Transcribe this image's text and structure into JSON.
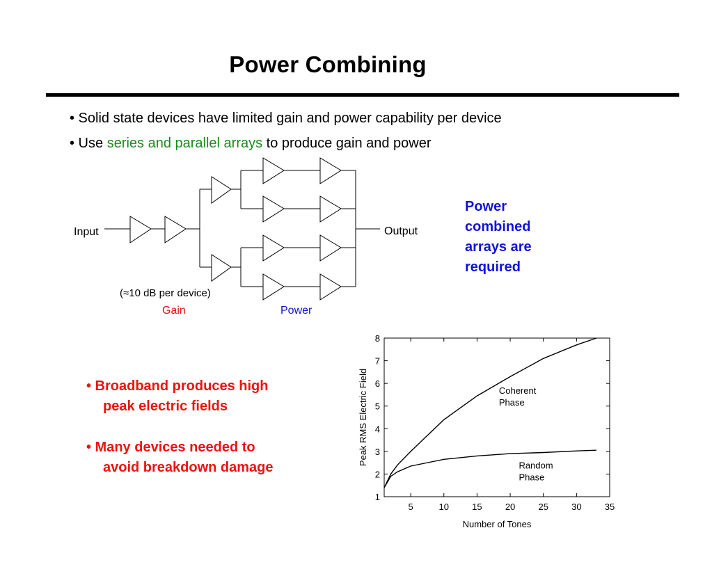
{
  "slide": {
    "title": "Power Combining",
    "bullets": [
      {
        "prefix": "• Solid state devices have limited gain and power capability per device"
      },
      {
        "prefix": "• Use ",
        "highlight": "series and parallel arrays",
        "suffix": " to produce gain and power"
      }
    ],
    "side_note": "Power combined arrays are required",
    "red_bullets": [
      {
        "line1": "• Broadband produces high",
        "line2": "peak electric fields"
      },
      {
        "line1": "• Many devices needed to",
        "line2": "avoid breakdown damage"
      }
    ],
    "colors": {
      "green": "#1a8a1a",
      "blue": "#1111dd",
      "red": "#ee1111",
      "gain_label": "#dd1111",
      "power_label": "#1111cc"
    }
  },
  "diagram": {
    "input_label": "Input",
    "output_label": "Output",
    "per_device_note": "(≈10 dB per device)",
    "gain_label": "Gain",
    "power_label": "Power",
    "icons": [
      "amplifier-triangle-icon"
    ]
  },
  "chart_data": {
    "type": "line",
    "xlabel": "Number of Tones",
    "ylabel": "Peak RMS Electric Field",
    "xlim": [
      1,
      35
    ],
    "ylim": [
      1,
      8
    ],
    "xticks": [
      5,
      10,
      15,
      20,
      25,
      30,
      35
    ],
    "yticks": [
      1,
      2,
      3,
      4,
      5,
      6,
      7,
      8
    ],
    "grid": false,
    "series": [
      {
        "name": "Coherent Phase",
        "label_lines": [
          "Coherent",
          "Phase"
        ],
        "x": [
          1,
          2,
          3,
          5,
          10,
          15,
          20,
          25,
          30,
          33
        ],
        "y": [
          1.4,
          2.0,
          2.4,
          3.0,
          4.4,
          5.45,
          6.3,
          7.1,
          7.7,
          8.0
        ]
      },
      {
        "name": "Random Phase",
        "label_lines": [
          "Random",
          "Phase"
        ],
        "x": [
          1,
          2,
          3,
          5,
          10,
          15,
          20,
          25,
          30,
          33
        ],
        "y": [
          1.4,
          1.9,
          2.1,
          2.35,
          2.65,
          2.8,
          2.9,
          2.95,
          3.02,
          3.05
        ]
      }
    ]
  }
}
